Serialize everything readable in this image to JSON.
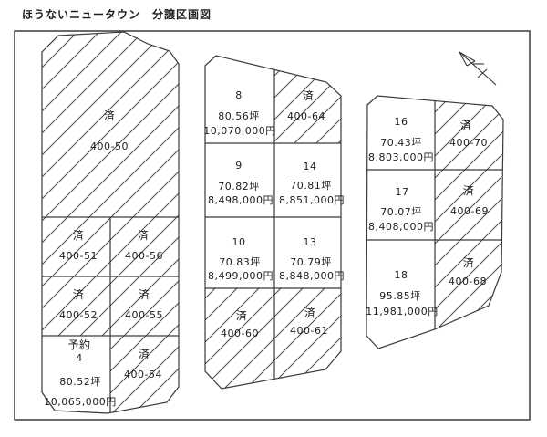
{
  "title": "ほうないニュータウン　分譲区画図",
  "status_legend": {
    "sold": "済",
    "reserved": "予約"
  },
  "colors": {
    "line": "#3a3a3a",
    "hatch": "#4a4a4a",
    "background": "#ffffff",
    "text": "#1d1d1d"
  },
  "icons": {
    "north_arrow": "north-arrow"
  },
  "blocks": [
    {
      "lots": [
        {
          "status": "済",
          "no": "400-50"
        },
        {
          "status": "済",
          "no": "400-51"
        },
        {
          "status": "済",
          "no": "400-56"
        },
        {
          "status": "済",
          "no": "400-52"
        },
        {
          "status": "済",
          "no": "400-55"
        },
        {
          "status": "予約",
          "no": "4",
          "area": "80.52坪",
          "price": "10,065,000円"
        },
        {
          "status": "済",
          "no": "400-54"
        }
      ]
    },
    {
      "lots": [
        {
          "no": "8",
          "area": "80.56坪",
          "price": "10,070,000円"
        },
        {
          "status": "済",
          "no": "400-64"
        },
        {
          "no": "9",
          "area": "70.82坪",
          "price": "8,498,000円"
        },
        {
          "no": "14",
          "area": "70.81坪",
          "price": "8,851,000円"
        },
        {
          "no": "10",
          "area": "70.83坪",
          "price": "8,499,000円"
        },
        {
          "no": "13",
          "area": "70.79坪",
          "price": "8,848,000円"
        },
        {
          "status": "済",
          "no": "400-60"
        },
        {
          "status": "済",
          "no": "400-61"
        }
      ]
    },
    {
      "lots": [
        {
          "no": "16",
          "area": "70.43坪",
          "price": "8,803,000円"
        },
        {
          "status": "済",
          "no": "400-70"
        },
        {
          "no": "17",
          "area": "70.07坪",
          "price": "8,408,000円"
        },
        {
          "status": "済",
          "no": "400-69"
        },
        {
          "no": "18",
          "area": "95.85坪",
          "price": "11,981,000円"
        },
        {
          "status": "済",
          "no": "400-68"
        }
      ]
    }
  ]
}
